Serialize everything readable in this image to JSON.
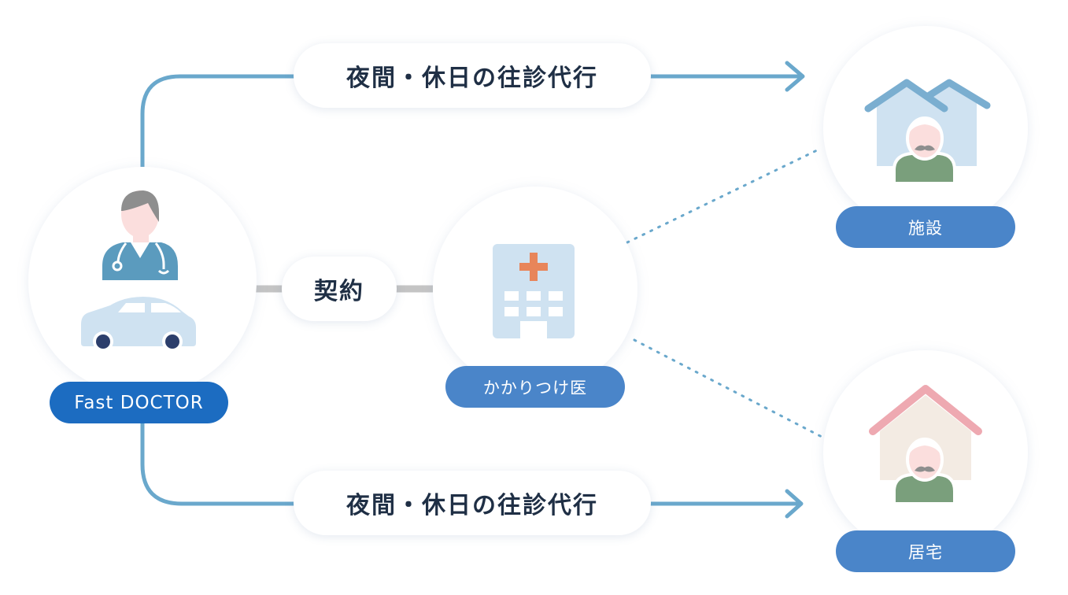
{
  "flow": {
    "service_top": "夜間・休日の往診代行",
    "service_bottom": "夜間・休日の往診代行",
    "contract": "契約"
  },
  "nodes": {
    "fast_doctor": "Fast DOCTOR",
    "clinic": "かかりつけ医",
    "facility": "施設",
    "home": "居宅"
  },
  "icons": {
    "doctor": "doctor-icon",
    "car": "car-icon",
    "hospital": "hospital-building-icon",
    "facility": "facility-houses-icon",
    "home": "home-house-icon",
    "patient": "elderly-patient-icon"
  },
  "colors": {
    "connector_line": "#6aa8cc",
    "contract_line": "#c4c4c4",
    "dotted_line": "#6aa8cc",
    "label_fast_doctor": "#1c6cc1",
    "label_node": "#4a85c9",
    "text_dark": "#1f2f45",
    "cross": "#e8855a",
    "facility_roof": "#7aaed0",
    "facility_wall": "#cfe2f1",
    "home_roof": "#eea9b1",
    "home_wall": "#f3ebe3",
    "patient_body": "#7a9f7c",
    "skin": "#fbdedd",
    "car_body": "#cfe2f1",
    "wheel": "#2c3e6b",
    "doctor_uniform": "#5b9bbe"
  }
}
